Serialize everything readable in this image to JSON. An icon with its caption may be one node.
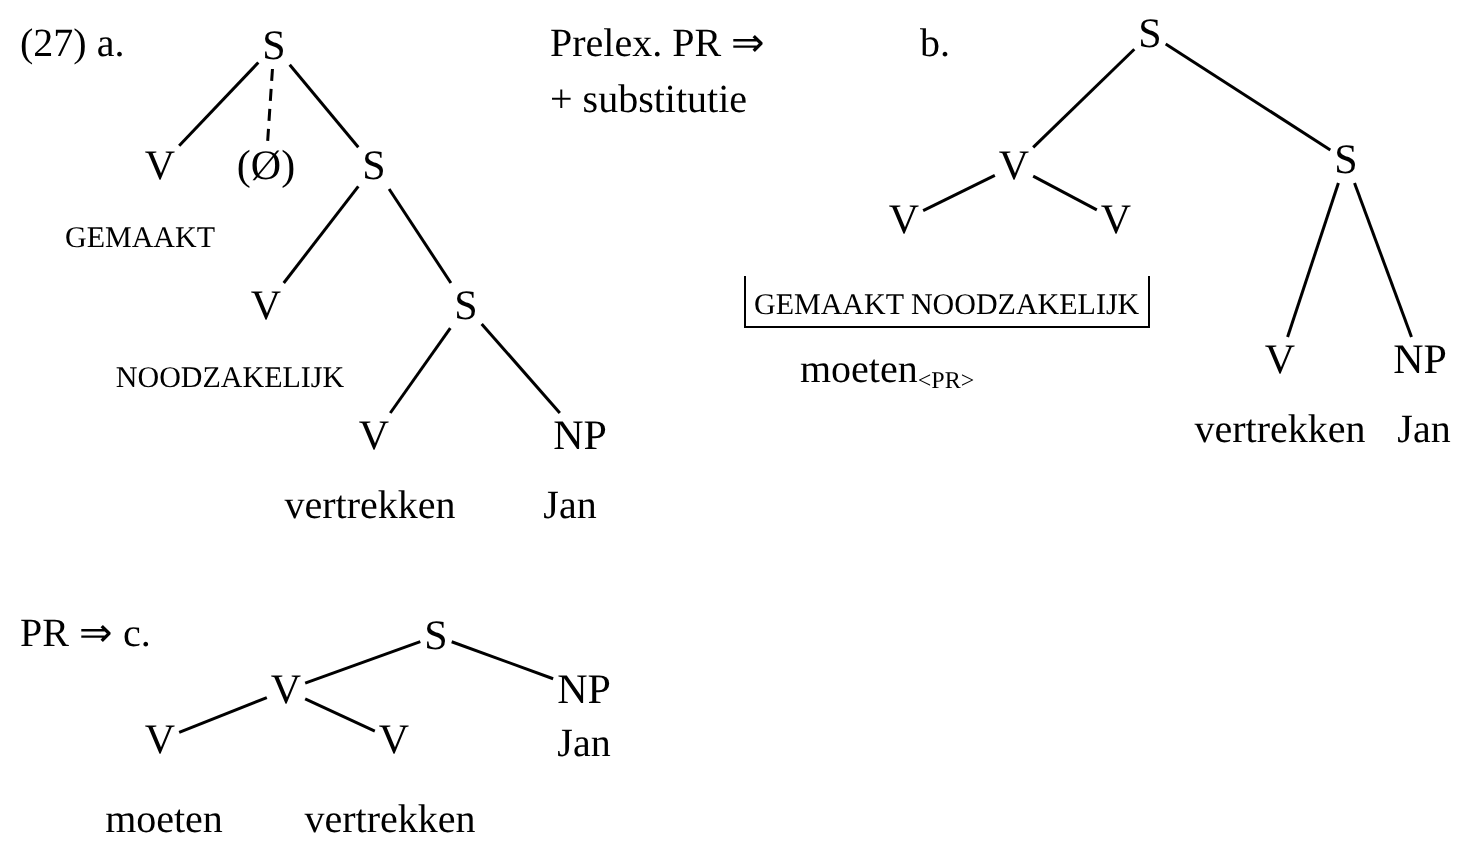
{
  "diagram": {
    "nodes": [
      {
        "text": [
          "S"
        ]
      },
      {
        "text": [
          "V"
        ],
        "beside": [
          "GEMAAKT"
        ]
      },
      {
        "text": [
          "(Ø)"
        ]
      },
      {
        "text": [
          "S"
        ]
      },
      {
        "text": [
          "V"
        ],
        "beside": [
          "NOODZAKELIJK"
        ]
      },
      {
        "text": [
          "S"
        ]
      },
      {
        "text": [
          "V"
        ],
        "beside": [
          "vertrekken"
        ]
      },
      {
        "text": [
          "NP"
        ],
        "beside": [
          "Jan"
        ]
      },
      {
        "text": [
          "S"
        ]
      },
      {
        "text": [
          "V"
        ]
      },
      {
        "text": [
          "V"
        ]
      },
      {
        "text": [
          "V"
        ]
      },
      {
        "text": [
          "S"
        ]
      },
      {
        "text": [
          "V"
        ],
        "beside": [
          "vertrekken"
        ]
      },
      {
        "text": [
          "NP"
        ],
        "beside": [
          "Jan"
        ]
      },
      {
        "text": [
          "S"
        ]
      },
      {
        "text": [
          "V"
        ]
      },
      {
        "text": [
          "V"
        ],
        "beside": [
          "moeten"
        ]
      },
      {
        "text": [
          "V"
        ],
        "beside": [
          "vertrekken"
        ]
      },
      {
        "text": [
          "NP"
        ],
        "beside": [
          "Jan"
        ]
      }
    ],
    "edges": [
      {
        "from": 0,
        "to": 1,
        "arrow": "none"
      },
      {
        "from": 0,
        "to": 2,
        "arrow": "none",
        "style": "dashed"
      },
      {
        "from": 0,
        "to": 3,
        "arrow": "none"
      },
      {
        "from": 3,
        "to": 4,
        "arrow": "none"
      },
      {
        "from": 3,
        "to": 5,
        "arrow": "none"
      },
      {
        "from": 5,
        "to": 6,
        "arrow": "none"
      },
      {
        "from": 5,
        "to": 7,
        "arrow": "none"
      },
      {
        "from": 8,
        "to": 9,
        "arrow": "none"
      },
      {
        "from": 8,
        "to": 12,
        "arrow": "none"
      },
      {
        "from": 9,
        "to": 10,
        "arrow": "none"
      },
      {
        "from": 9,
        "to": 11,
        "arrow": "none"
      },
      {
        "from": 12,
        "to": 13,
        "arrow": "none"
      },
      {
        "from": 12,
        "to": 14,
        "arrow": "none"
      },
      {
        "from": 15,
        "to": 16,
        "arrow": "none"
      },
      {
        "from": 15,
        "to": 19,
        "arrow": "none"
      },
      {
        "from": 16,
        "to": 17,
        "arrow": "none"
      },
      {
        "from": 16,
        "to": 18,
        "arrow": "none"
      }
    ],
    "labels": [
      "(27) a.",
      "Prelex. PR ⇒",
      "b.",
      "+ substitutie",
      "GEMAAKT NOODZAKELIJK",
      "moeten$_{<PR>}$",
      "PR ⇒ c."
    ]
  }
}
